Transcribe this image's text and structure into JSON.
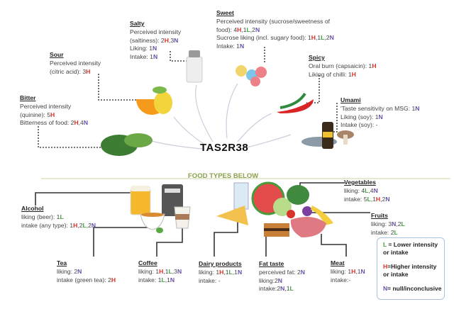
{
  "center_label": "TAS2R38",
  "section_label": "FOOD TYPES BELOW",
  "tastes": {
    "salty": {
      "title": "Salty",
      "lines": [
        "Perceived intensity",
        "(saltiness): 2H,3N",
        "Liking: 1N",
        "Intake: 1N"
      ]
    },
    "sour": {
      "title": "Sour",
      "lines": [
        "Perceived intensity",
        "(citric acid): 3H"
      ]
    },
    "bitter": {
      "title": "Bitter",
      "lines": [
        "Perceived intensity",
        "(quinine): 5H",
        "Bitterness of food: 2H,4N"
      ]
    },
    "sweet": {
      "title": "Sweet",
      "lines": [
        "Perceived intensity (sucrose/sweetness of",
        "food): 4H,1L,2N",
        "Sucrose liking (incl. sugary food): 1H,1L,2N",
        "Intake: 1N"
      ]
    },
    "spicy": {
      "title": "Spicy",
      "lines": [
        "Oral burn (capsaicin): 1H",
        "Liking of chilli: 1H"
      ]
    },
    "umami": {
      "title": "Umami",
      "lines": [
        "'Taste sensitivity on MSG: 1N",
        "Liking (soy): 1N",
        "Intake (soy): -"
      ]
    }
  },
  "foods": {
    "alcohol": {
      "title": "Alcohol",
      "lines": [
        "liking (beer): 1L",
        "intake (any type): 1H,2L,2N"
      ]
    },
    "tea": {
      "title": "Tea",
      "lines": [
        "liking: 2N",
        "intake (green tea): 2H"
      ]
    },
    "coffee": {
      "title": "Coffee",
      "lines": [
        "liking: 1H,1L,3N",
        "intake: 1L,1N"
      ]
    },
    "dairy": {
      "title": "Dairy products",
      "lines": [
        "liking: 1H,1L,1N",
        "intake: -"
      ]
    },
    "fat": {
      "title": "Fat taste",
      "lines": [
        "perceived fat: 2N",
        "liking:2N",
        "intake:2N,1L"
      ]
    },
    "meat": {
      "title": "Meat",
      "lines": [
        "liking: 1H,1N",
        "intake:-"
      ]
    },
    "vegetables": {
      "title": "Vegetables",
      "lines": [
        "liking: 4L,4N",
        "intake: 5L,1H,2N"
      ]
    },
    "fruits": {
      "title": "Fruits",
      "lines": [
        "liking: 3N,2L",
        "intake: 2L"
      ]
    }
  },
  "legend": [
    {
      "key": "L",
      "text": " = Lower intensity or intake"
    },
    {
      "key": "H",
      "text": "=Higher intensity or intake"
    },
    {
      "key": "N",
      "text": "= null/inconclusive"
    }
  ],
  "colors": {
    "H": "#d6302a",
    "L": "#3aa63a",
    "N": "#6a4fa8"
  }
}
